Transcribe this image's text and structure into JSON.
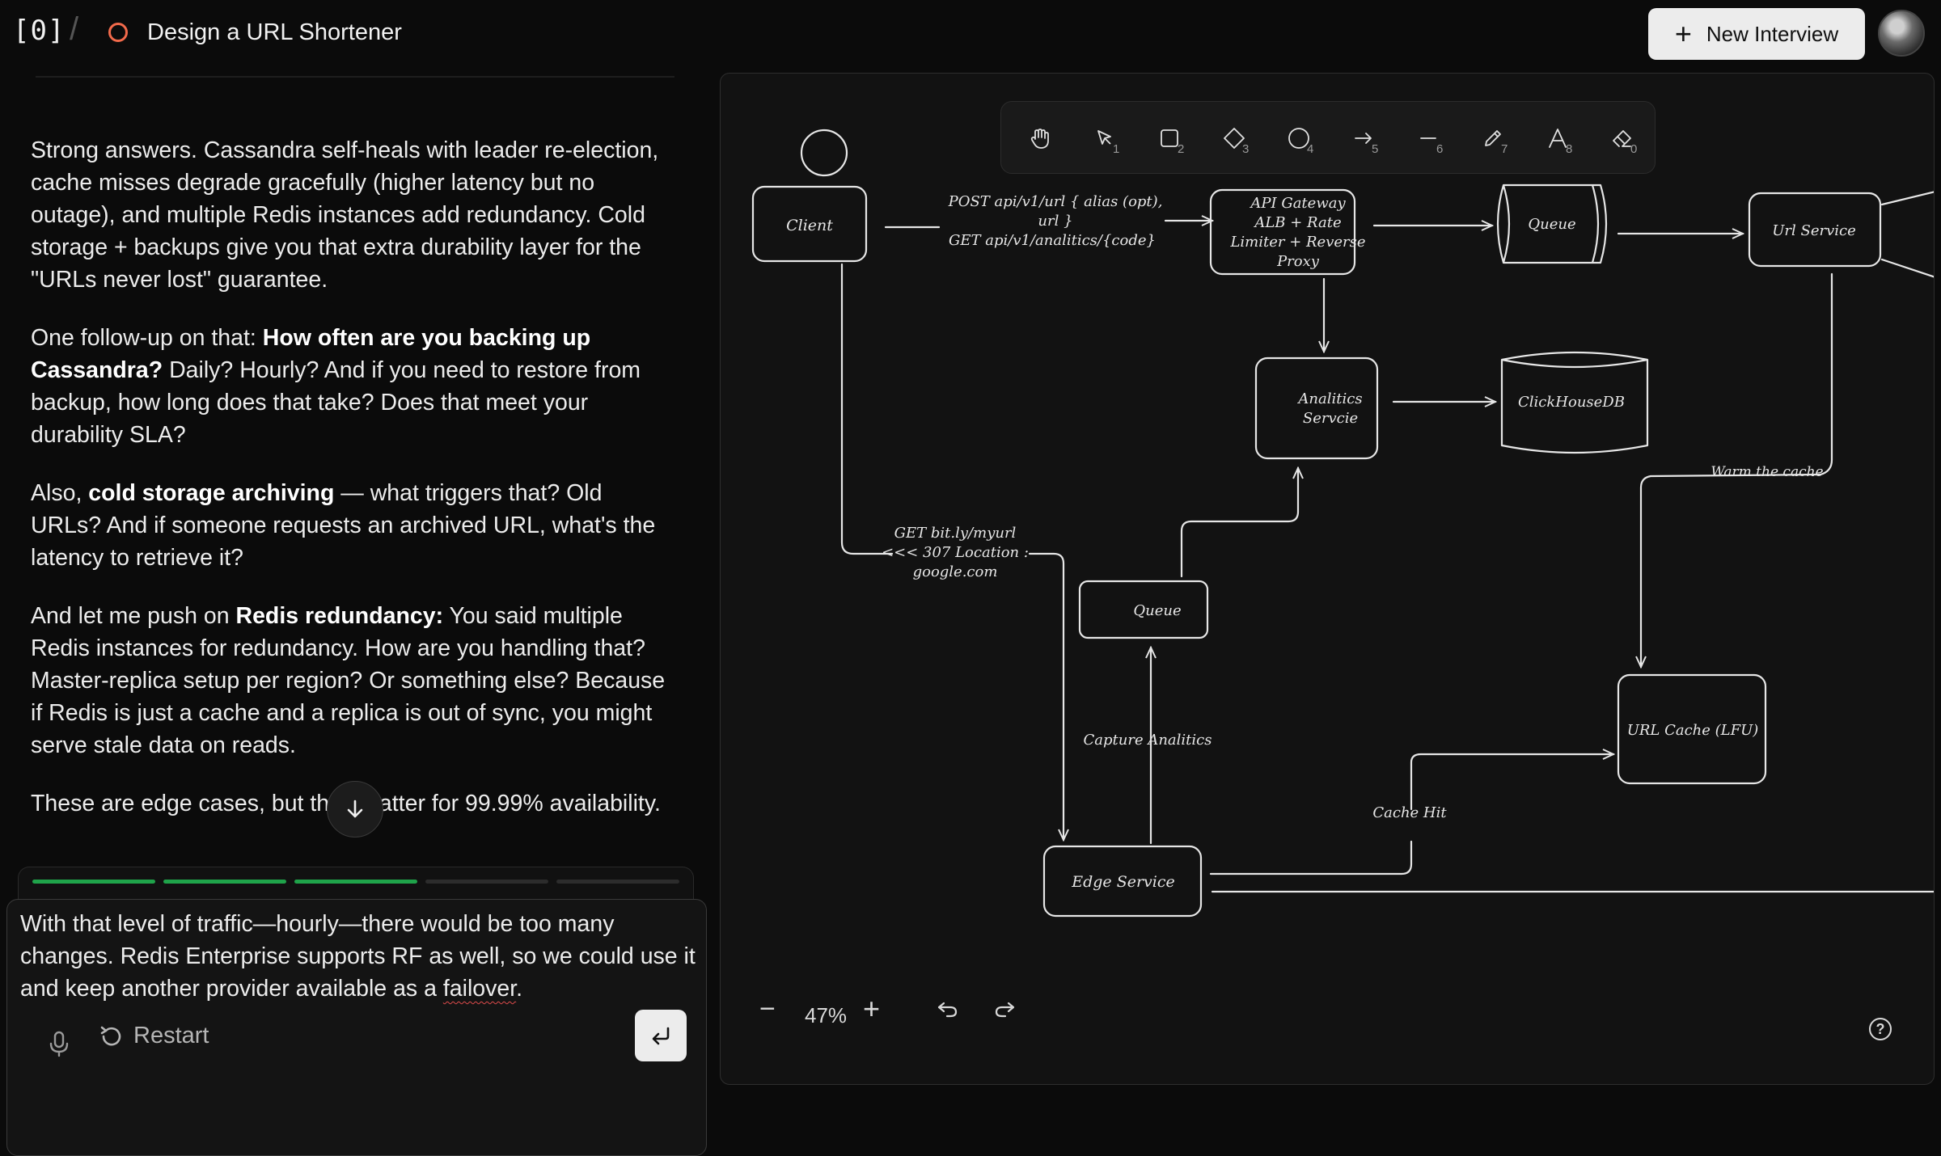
{
  "header": {
    "logo": "[0]",
    "separator": "/",
    "title": "Design a URL Shortener",
    "new_button": "New Interview"
  },
  "chat": {
    "messages": [
      {
        "segments": [
          {
            "text": "Strong answers. Cassandra self-heals with leader re-election, cache misses degrade gracefully (higher latency but no outage), and multiple Redis instances add redundancy. Cold storage + backups give you that extra durability layer for the \"URLs never lost\" guarantee.",
            "bold": false
          }
        ]
      },
      {
        "segments": [
          {
            "text": "One follow-up on that: ",
            "bold": false
          },
          {
            "text": "How often are you backing up Cassandra?",
            "bold": true
          },
          {
            "text": " Daily? Hourly? And if you need to restore from backup, how long does that take? Does that meet your durability SLA?",
            "bold": false
          }
        ]
      },
      {
        "segments": [
          {
            "text": "Also, ",
            "bold": false
          },
          {
            "text": "cold storage archiving",
            "bold": true
          },
          {
            "text": " — what triggers that? Old URLs? And if someone requests an archived URL, what's the latency to retrieve it?",
            "bold": false
          }
        ]
      },
      {
        "segments": [
          {
            "text": "And let me push on ",
            "bold": false
          },
          {
            "text": "Redis redundancy:",
            "bold": true
          },
          {
            "text": " You said multiple Redis instances for redundancy. How are you handling that? Master-replica setup per region? Or something else? Because if Redis is just a cache and a replica is out of sync, you might serve stale data on reads.",
            "bold": false
          }
        ]
      },
      {
        "segments": [
          {
            "text": "These are edge cases, but they matter for 99.99% availability.",
            "bold": false
          }
        ]
      }
    ],
    "progress": {
      "segments_total": 5,
      "segments_done": 3,
      "done_color": "#1fa34a",
      "todo_color": "#2c2c2c"
    },
    "input": {
      "text_before": "With that level of traffic—hourly—there would be too many changes. Redis Enterprise supports RF as well, so we could use it and keep another provider available as a ",
      "misspelled": "failover",
      "text_after": "."
    },
    "restart_label": "Restart"
  },
  "canvas": {
    "zoom": "47%",
    "tools": [
      {
        "icon": "hand-icon",
        "key": ""
      },
      {
        "icon": "pointer-icon",
        "key": "1"
      },
      {
        "icon": "rectangle-icon",
        "key": "2"
      },
      {
        "icon": "diamond-icon",
        "key": "3"
      },
      {
        "icon": "ellipse-icon",
        "key": "4"
      },
      {
        "icon": "arrow-icon",
        "key": "5"
      },
      {
        "icon": "line-icon",
        "key": "6"
      },
      {
        "icon": "pencil-icon",
        "key": "7"
      },
      {
        "icon": "text-icon",
        "key": "8"
      },
      {
        "icon": "eraser-icon",
        "key": "0"
      }
    ],
    "diagram": {
      "client": "Client",
      "post_label_1": "POST api/v1/url { alias (opt),",
      "post_label_2": "url }",
      "post_label_3": "GET api/v1/analitics/{code}",
      "gateway_1": "API Gateway",
      "gateway_2": "ALB + Rate",
      "gateway_3": "Limiter + Reverse",
      "gateway_4": "Proxy",
      "queue_top": "Queue",
      "url_service": "Url Service",
      "analytics_1": "Analitics",
      "analytics_2": "Servcie",
      "clickhouse": "ClickHouseDB",
      "warm_cache": "Warm the cache",
      "get_label_1": "GET bit.ly/myurl",
      "get_label_2": "<<< 307 Location :",
      "get_label_3": "google.com",
      "queue_mid": "Queue",
      "capture": "Capture Analitics",
      "cache_hit": "Cache Hit",
      "url_cache": "URL Cache (LFU)",
      "edge_service": "Edge Service"
    }
  }
}
